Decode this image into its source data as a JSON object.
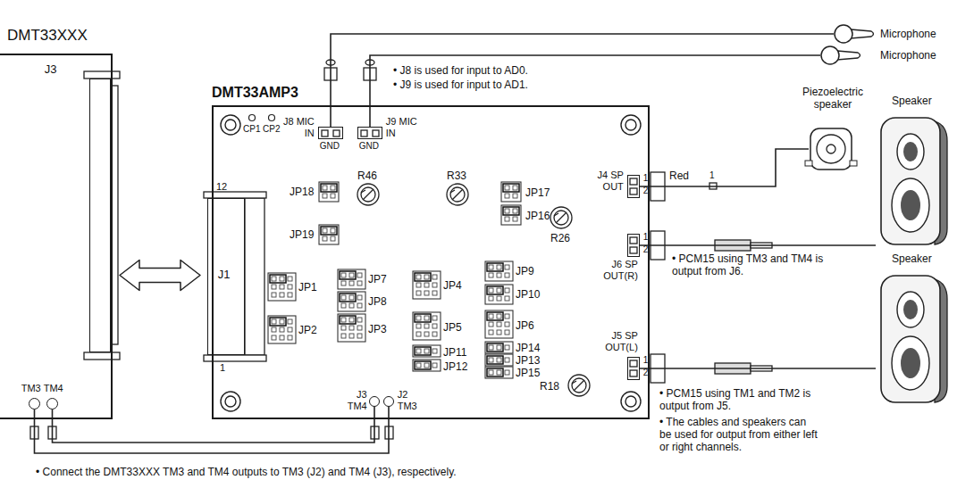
{
  "diagram": {
    "nodes": [
      {
        "text": [
          "DMT33XXX"
        ]
      },
      {
        "text": [
          "J3"
        ],
        "in": 0
      },
      {
        "text": [
          "TM3"
        ],
        "in": 0
      },
      {
        "text": [
          "TM4"
        ],
        "in": 0
      },
      {
        "text": [
          "DMT33AMP3"
        ]
      },
      {
        "text": [
          "J1"
        ],
        "in": 4
      },
      {
        "text": [
          "J8 MIC IN",
          "GND"
        ],
        "in": 4
      },
      {
        "text": [
          "J9 MIC IN",
          "GND"
        ],
        "in": 4
      },
      {
        "text": [
          "J4 SP OUT",
          "1",
          "2"
        ],
        "in": 4
      },
      {
        "text": [
          "J6 SP OUT(R)",
          "1",
          "2"
        ],
        "in": 4
      },
      {
        "text": [
          "J5 SP OUT(L)",
          "1",
          "2"
        ],
        "in": 4
      },
      {
        "text": [
          "J3 TM4"
        ],
        "in": 4
      },
      {
        "text": [
          "J2 TM3"
        ],
        "in": 4
      },
      {
        "text": [
          "Microphone"
        ]
      },
      {
        "text": [
          "Microphone"
        ]
      },
      {
        "text": [
          "Piezoelectric speaker"
        ]
      },
      {
        "text": [
          "Speaker"
        ]
      },
      {
        "text": [
          "Speaker"
        ]
      }
    ],
    "edges": [
      {
        "from": 1,
        "to": 5,
        "arrow": "both"
      },
      {
        "from": 2,
        "to": 12,
        "arrow": "none"
      },
      {
        "from": 3,
        "to": 11,
        "arrow": "none"
      },
      {
        "from": 13,
        "to": 6,
        "arrow": "none"
      },
      {
        "from": 14,
        "to": 7,
        "arrow": "none"
      },
      {
        "from": 8,
        "to": 15,
        "label": "Red",
        "arrow": "none"
      },
      {
        "from": 9,
        "to": 16,
        "arrow": "none"
      },
      {
        "from": 10,
        "to": 17,
        "arrow": "none"
      }
    ],
    "labels": [
      "CP1",
      "CP2",
      "12",
      "1",
      "JP18",
      "R46",
      "R33",
      "JP17",
      "JP16",
      "JP19",
      "R26",
      "JP1",
      "JP7",
      "JP4",
      "JP9",
      "JP10",
      "JP2",
      "JP8",
      "JP5",
      "JP6",
      "JP3",
      "JP11",
      "JP14",
      "JP12",
      "JP13",
      "JP15",
      "R18",
      "1",
      "• J8 is used for input to AD0.",
      "• J9 is used for input to AD1.",
      "• PCM15 using TM3 and TM4 is output from J6.",
      "• PCM15 using TM1 and TM2 is output from J5.",
      "• The cables and speakers can be used for output from either left or right channels.",
      "• Connect the DMT33XXX TM3 and TM4 outputs to TM3 (J2) and TM4 (J3), respectively."
    ]
  }
}
